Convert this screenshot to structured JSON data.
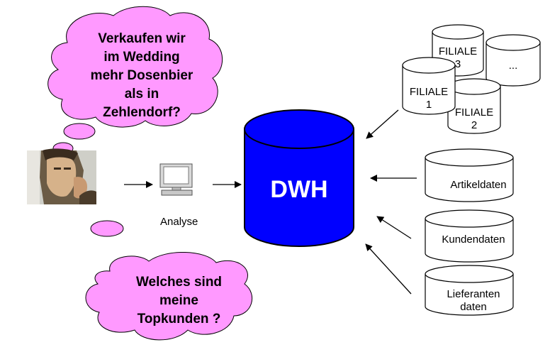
{
  "colors": {
    "bubble_fill": "#ff99ff",
    "dwh_fill": "#0000ff",
    "background": "#ffffff"
  },
  "bubbles": {
    "question1": [
      "Verkaufen wir",
      "im Wedding",
      "mehr Dosenbier",
      "als in",
      "Zehlendorf?"
    ],
    "question2": [
      "Welches sind",
      "meine",
      "Topkunden ?"
    ]
  },
  "analyse_label": "Analyse",
  "dwh_label": "DWH",
  "sources": {
    "filiale3": [
      "FILIALE",
      "3"
    ],
    "filiale_more": "...",
    "filiale1": [
      "FILIALE",
      "1"
    ],
    "filiale2": [
      "FILIALE",
      "2"
    ],
    "artikeldaten": "Artikeldaten",
    "kundendaten": "Kundendaten",
    "lieferantendaten": [
      "Lieferanten",
      "daten"
    ]
  },
  "icons": {
    "person": "thinking-person-icon",
    "computer": "computer-icon"
  }
}
